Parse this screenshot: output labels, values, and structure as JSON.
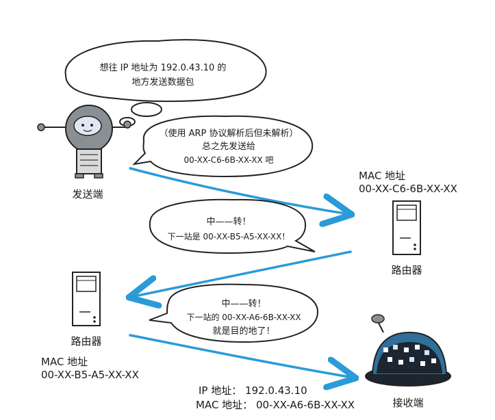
{
  "bubbles": {
    "thought_line1": "想往 IP 地址为 192.0.43.10 的",
    "thought_line2": "地方发送数据包",
    "speech1_line1": "（使用 ARP 协议解析后但未解析）",
    "speech1_line2": "总之先发送给",
    "speech1_line3": "00-XX-C6-6B-XX-XX 吧",
    "speech2_line1": "中——转！",
    "speech2_line2": "下一站是 00-XX-B5-A5-XX-XX！",
    "speech3_line1": "中——转！",
    "speech3_line2": "下一站的 00-XX-A6-6B-XX-XX",
    "speech3_line3": "就是目的地了！"
  },
  "sender": {
    "label": "发送端"
  },
  "router1": {
    "mac_label": "MAC 地址",
    "mac_value": "00-XX-C6-6B-XX-XX",
    "name": "路由器"
  },
  "router2": {
    "name": "路由器",
    "mac_label": "MAC 地址",
    "mac_value": "00-XX-B5-A5-XX-XX"
  },
  "receiver": {
    "ip_line": "IP 地址： 192.0.43.10",
    "mac_line": "MAC 地址： 00-XX-A6-6B-XX-XX",
    "label": "接收端"
  },
  "colors": {
    "arrow": "#2a9bd8",
    "outline": "#222222",
    "robot_body": "#8a8f94",
    "robot_face": "#dfe8f2",
    "receiver_shell": "#2f6f9a",
    "receiver_dark": "#1d2630"
  }
}
